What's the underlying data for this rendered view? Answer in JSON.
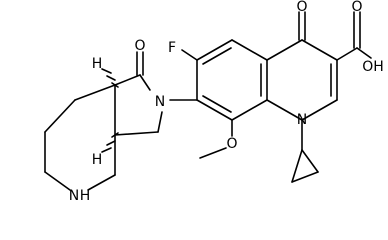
{
  "molecule": {
    "atom_labels": {
      "F": "F",
      "O_ketone": "O",
      "COOH_O": "O",
      "COOH_OH": "OH",
      "N1": "N",
      "OMe_O": "O",
      "N_pyrrolidinone": "N",
      "O_lactam": "O",
      "NH": "N",
      "NH_H": "H",
      "H_top": "H",
      "H_bottom": "H"
    },
    "colors": {
      "bond": "#000000",
      "text": "#000000"
    }
  }
}
